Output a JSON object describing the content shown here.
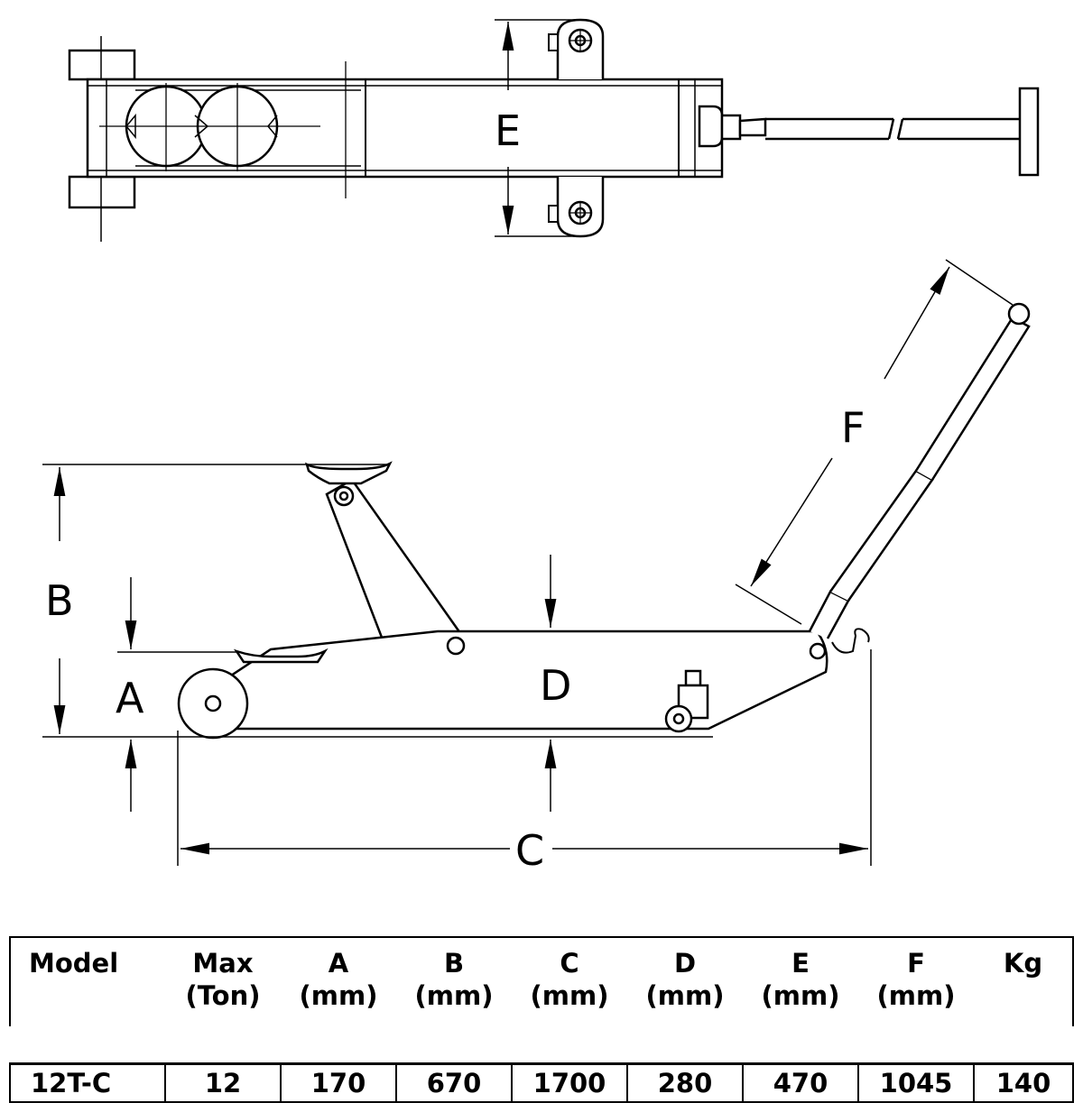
{
  "labels": {
    "A": "A",
    "B": "B",
    "C": "C",
    "D": "D",
    "E": "E",
    "F": "F"
  },
  "table": {
    "headers": [
      {
        "line1": "Model",
        "line2": ""
      },
      {
        "line1": "Max",
        "line2": "(Ton)"
      },
      {
        "line1": "A",
        "line2": "(mm)"
      },
      {
        "line1": "B",
        "line2": "(mm)"
      },
      {
        "line1": "C",
        "line2": "(mm)"
      },
      {
        "line1": "D",
        "line2": "(mm)"
      },
      {
        "line1": "E",
        "line2": "(mm)"
      },
      {
        "line1": "F",
        "line2": "(mm)"
      },
      {
        "line1": "Kg",
        "line2": ""
      }
    ],
    "row": [
      "12T-C",
      "12",
      "170",
      "670",
      "1700",
      "280",
      "470",
      "1045",
      "140"
    ]
  }
}
